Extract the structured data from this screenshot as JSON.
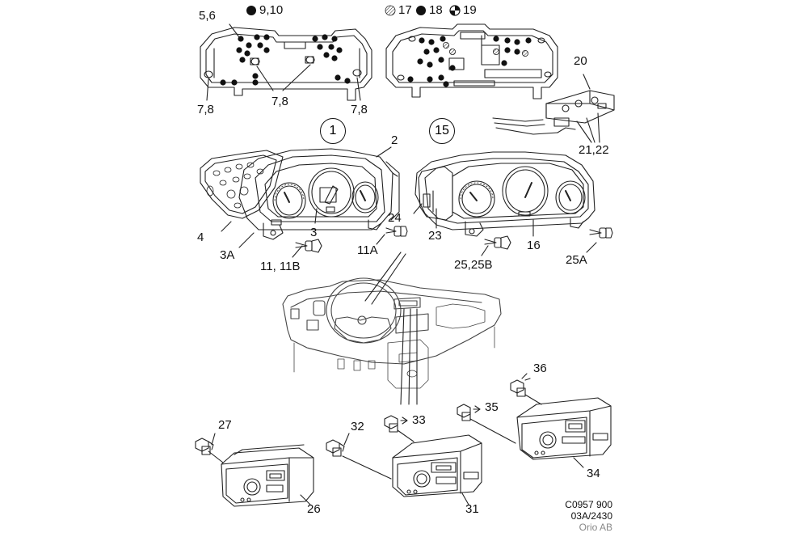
{
  "legend": {
    "left": [
      {
        "symbol": "solid-dot",
        "text": "9,10"
      }
    ],
    "right": [
      {
        "symbol": "hatched-dot",
        "text": "17"
      },
      {
        "symbol": "solid-dot",
        "text": "18"
      },
      {
        "symbol": "quartered-dot",
        "text": "19"
      }
    ]
  },
  "circled_numbers": [
    "1",
    "15"
  ],
  "callouts": {
    "c56": "5,6",
    "c78a": "7,8",
    "c78b": "7,8",
    "c78c": "7,8",
    "c20": "20",
    "c2122": "21,22",
    "c2": "2",
    "c4": "4",
    "c3": "3",
    "c3A": "3A",
    "c1111B": "11, 11B",
    "c11A": "11A",
    "c24": "24",
    "c23": "23",
    "c16": "16",
    "c2525B": "25,25B",
    "c25A": "25A",
    "c27": "27",
    "c26": "26",
    "c32": "32",
    "c33": "33",
    "c31": "31",
    "c35": "35",
    "c36": "36",
    "c34": "34"
  },
  "footer": {
    "code1": "C0957 900",
    "code2": "03A/2430",
    "company": "Orio AB"
  },
  "colors": {
    "line": "#222222",
    "grey": "#888888"
  }
}
